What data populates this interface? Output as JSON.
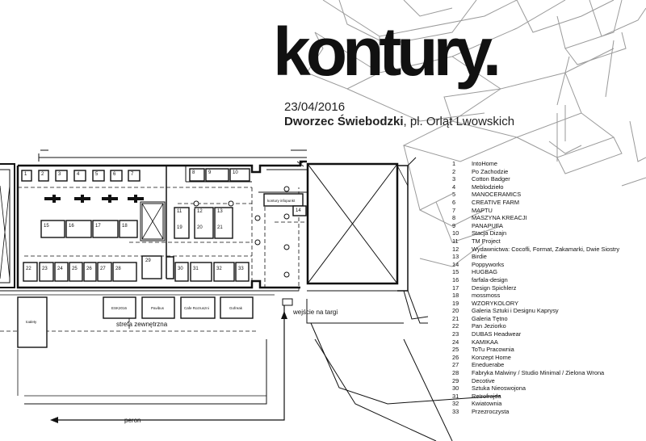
{
  "header": {
    "title": "kontury.",
    "date": "23/04/2016",
    "venue_bold": "Dworzec Świebodzki",
    "venue_rest": ", pl. Orląt Lwowskich"
  },
  "map": {
    "stand_numbers": [
      "1",
      "2",
      "3",
      "4",
      "5",
      "6",
      "7",
      "8",
      "9",
      "10",
      "11",
      "12",
      "13",
      "14",
      "15",
      "16",
      "17",
      "18",
      "19",
      "20",
      "21",
      "22",
      "23",
      "24",
      "25",
      "26",
      "27",
      "28",
      "29",
      "30",
      "31",
      "32",
      "33"
    ],
    "info_point": "kontury infopunkt",
    "outdoor_stalls": [
      "toalety",
      "ESK2016",
      "Pavibus",
      "Cafe Rozruszni",
      "Gofreak"
    ],
    "outdoor_zone": "strefa zewnętrzna",
    "entrance": "wejście na targi",
    "platform": "peron"
  },
  "legend": [
    {
      "num": "1",
      "name": "IntoHome"
    },
    {
      "num": "2",
      "name": "Po Zachodzie"
    },
    {
      "num": "3",
      "name": "Cotton Badger"
    },
    {
      "num": "4",
      "name": "Meblodzieło"
    },
    {
      "num": "5",
      "name": "MANOCERAMICS"
    },
    {
      "num": "6",
      "name": "CREATIVE FARM"
    },
    {
      "num": "7",
      "name": "MAPTU"
    },
    {
      "num": "8",
      "name": "MASZYNA KREACJI"
    },
    {
      "num": "9",
      "name": "PANAPUFA"
    },
    {
      "num": "10",
      "name": "Stacja Dizajn"
    },
    {
      "num": "11",
      "name": "TM Project"
    },
    {
      "num": "12",
      "name": "Wydawnictwa: Cocofli, Format, Zakamarki, Dwie Siostry"
    },
    {
      "num": "13",
      "name": "Birdie"
    },
    {
      "num": "14",
      "name": "Poppyworks"
    },
    {
      "num": "15",
      "name": "HUGBAG"
    },
    {
      "num": "16",
      "name": "farfala-design"
    },
    {
      "num": "17",
      "name": "Design Spichlerz"
    },
    {
      "num": "18",
      "name": "mossmoss"
    },
    {
      "num": "19",
      "name": "WZORYKOLORY"
    },
    {
      "num": "20",
      "name": "Galeria Sztuki i Designu Kaprysy"
    },
    {
      "num": "21",
      "name": "Galeria Tętno"
    },
    {
      "num": "22",
      "name": "Pan Jeziorko"
    },
    {
      "num": "23",
      "name": "DUBAS Headwear"
    },
    {
      "num": "24",
      "name": "KAMIKAA"
    },
    {
      "num": "25",
      "name": "ToTu Pracownia"
    },
    {
      "num": "26",
      "name": "Konzept Home"
    },
    {
      "num": "27",
      "name": "Eneduerabe"
    },
    {
      "num": "28",
      "name": "Fabryka Malwiny / Studio Minimal / Zielona Wrona"
    },
    {
      "num": "29",
      "name": "Decotive"
    },
    {
      "num": "30",
      "name": "Sztuka Nieoswojona"
    },
    {
      "num": "31",
      "name": "Retrofrajda"
    },
    {
      "num": "32",
      "name": "Kwiatownia"
    },
    {
      "num": "33",
      "name": "Przezroczysta"
    }
  ]
}
